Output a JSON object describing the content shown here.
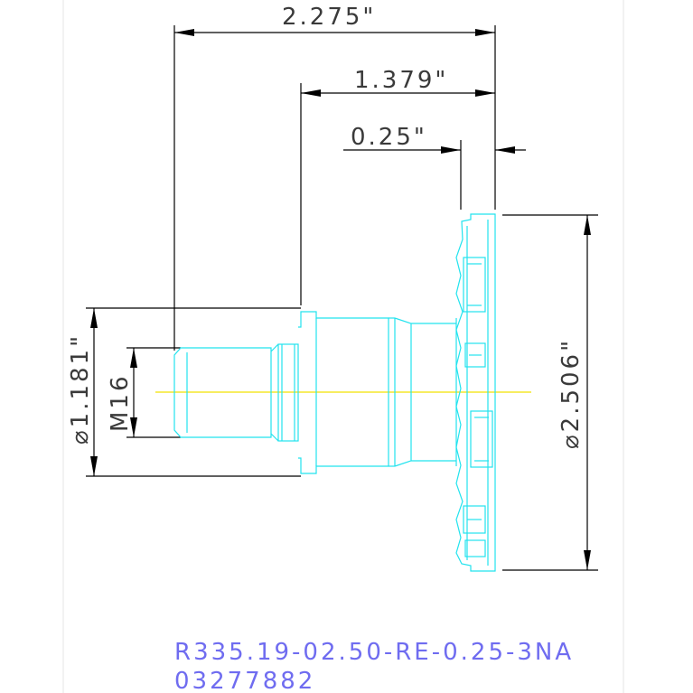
{
  "dimensions": {
    "overall_length": "2.275\"",
    "body_length": "1.379\"",
    "cutter_width": "0.25\"",
    "shank_diameter": "⌀1.181\"",
    "thread": "M16",
    "cutter_diameter": "⌀2.506\""
  },
  "part": {
    "designation": "R335.19-02.50-RE-0.25-3NA",
    "item_number": "03277882"
  },
  "colors": {
    "dimension_lines": "#000000",
    "part_outline": "#22e3ee",
    "centerline": "#f2e200",
    "part_label": "#6f6cf0"
  }
}
